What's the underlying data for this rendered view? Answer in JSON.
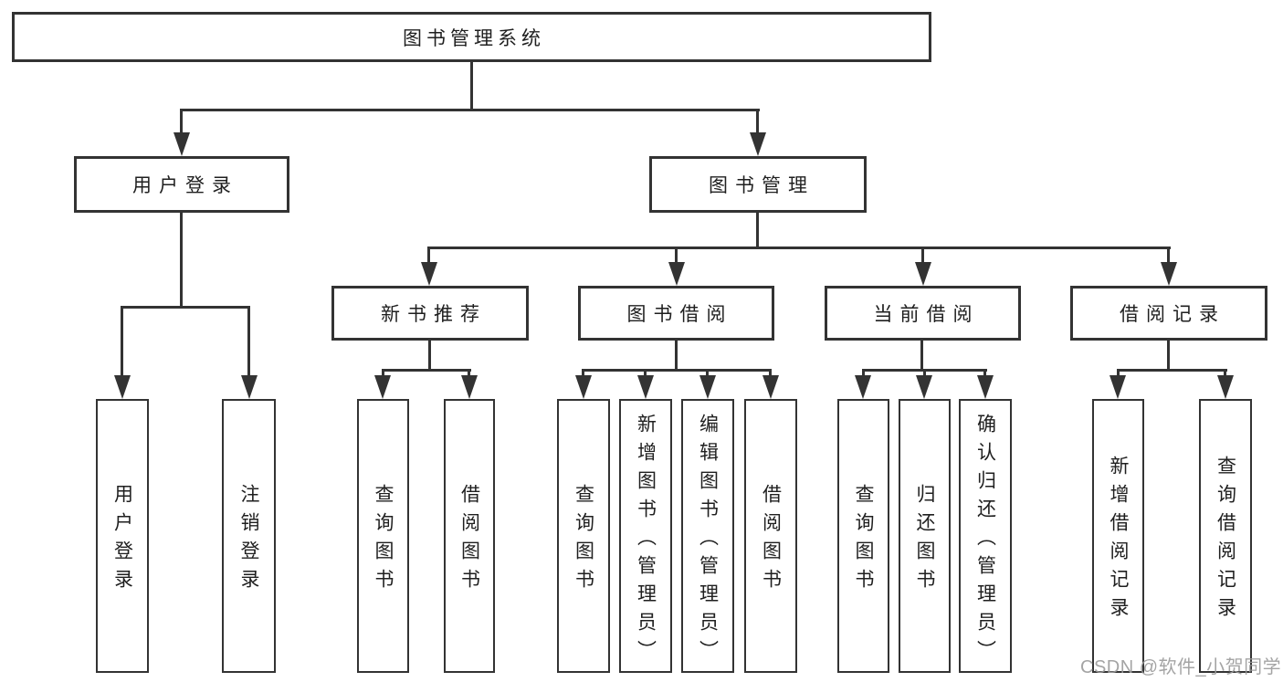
{
  "diagram": {
    "root": {
      "label": "图书管理系统"
    },
    "level2": [
      {
        "label": "用户登录",
        "children": [
          {
            "label": "用户登录"
          },
          {
            "label": "注销登录"
          }
        ]
      },
      {
        "label": "图书管理",
        "sections": [
          {
            "label": "新书推荐",
            "children": [
              {
                "label": "查询图书"
              },
              {
                "label": "借阅图书"
              }
            ]
          },
          {
            "label": "图书借阅",
            "children": [
              {
                "label": "查询图书"
              },
              {
                "label": "新增图书（管理员）"
              },
              {
                "label": "编辑图书（管理员）"
              },
              {
                "label": "借阅图书"
              }
            ]
          },
          {
            "label": "当前借阅",
            "children": [
              {
                "label": "查询图书"
              },
              {
                "label": "归还图书"
              },
              {
                "label": "确认归还（管理员）"
              }
            ]
          },
          {
            "label": "借阅记录",
            "children": [
              {
                "label": "新增借阅记录"
              },
              {
                "label": "查询借阅记录"
              }
            ]
          }
        ]
      }
    ]
  },
  "watermark": {
    "text": "CSDN @软件_小贺同学"
  },
  "colors": {
    "line": "#333333",
    "text": "#1f1f1f",
    "watermark": "#9b9b9b",
    "background": "#ffffff"
  }
}
